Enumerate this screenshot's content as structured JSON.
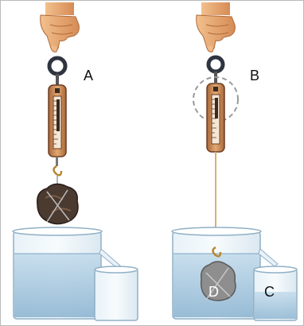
{
  "labels": {
    "a": "A",
    "b": "B",
    "c": "C",
    "d": "D"
  },
  "colors": {
    "skin": "#e6a26e",
    "skin_shadow": "#c97c4a",
    "spring_scale_body": "#c98a55",
    "spring_scale_dark": "#7a4a2a",
    "ring": "#3a3f4a",
    "string": "#d8b16a",
    "water": "#a9cbe0",
    "glass_edge": "#8fb0c6",
    "rock_dark": "#4b3b32",
    "rock_grey": "#8a8a8a"
  },
  "icons": [
    "hand-icon",
    "spring-scale-icon",
    "rock-icon",
    "beaker-icon",
    "overflow-cup-icon"
  ]
}
